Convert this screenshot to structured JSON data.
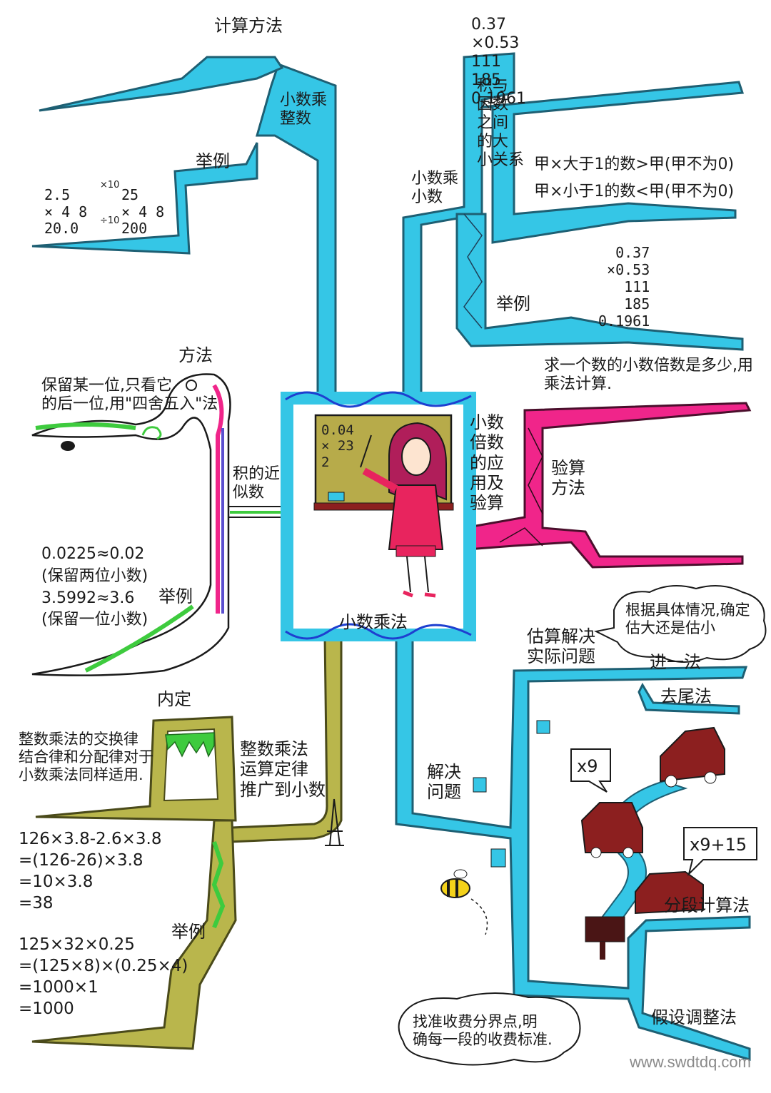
{
  "center": {
    "title": "小数乘法",
    "board": "0.04\n×  23\n2"
  },
  "tl": {
    "calc": "计算方法",
    "branch": "小数乘\n整数",
    "example": "举例",
    "calc_left": "2.5\n× 4 8\n20.0",
    "calc_right": "25\n× 4 8\n200",
    "arrow_top": "×10",
    "arrow_bot": "÷10"
  },
  "tr": {
    "calc": "0.37\n×0.53\n111\n185\n0.1961",
    "branch": "小数乘\n小数",
    "relation": "积与\n因数\n之间\n的大\n小关系",
    "rule1": "甲×大于1的数>甲(甲不为0)",
    "rule2": "甲×小于1的数<甲(甲不为0)",
    "example": "举例"
  },
  "ml": {
    "method": "方法",
    "desc": "保留某一位,只看它\n的后一位,用\"四舍五入\"法",
    "branch": "积的近\n似数",
    "example": "举例",
    "ex_lines": "0.0225≈0.02\n(保留两位小数)\n3.5992≈3.6\n(保留一位小数)"
  },
  "mr": {
    "branch": "小数\n倍数\n的应\n用及\n验算",
    "desc": "求一个数的小数倍数是多少,用\n乘法计算.",
    "check": "验算\n方法"
  },
  "bl": {
    "content": "内定",
    "desc": "整数乘法的交换律\n结合律和分配律对于\n小数乘法同样适用.",
    "branch": "整数乘法\n运算定律\n推广到小数",
    "example": "举例",
    "ex1": "126×3.8-2.6×3.8\n=(126-26)×3.8\n=10×3.8\n=38",
    "ex2": "125×32×0.25\n=(125×8)×(0.25×4)\n=1000×1\n=1000"
  },
  "br": {
    "estimate": "估算解决\n实际问题",
    "bubble1": "根据具体情况,确定\n估大还是估小",
    "m1": "进一法",
    "m2": "去尾法",
    "branch": "解决\n问题",
    "car1": "x9",
    "car2": "x9+15",
    "m3": "分段计算法",
    "m4": "假设调整法",
    "bubble2": "找准收费分界点,明\n确每一段的收费标准."
  },
  "watermark": "www.swdtdq.com",
  "colors": {
    "cyan": "#35c6e6",
    "cyan_dark": "#1e8fb0",
    "olive": "#b9b64c",
    "pink": "#f0258a",
    "green": "#3ecb3e",
    "purple": "#5b4fcf",
    "board": "#b7ab4a",
    "red_coat": "#e8245e",
    "car": "#8c1f1f"
  }
}
